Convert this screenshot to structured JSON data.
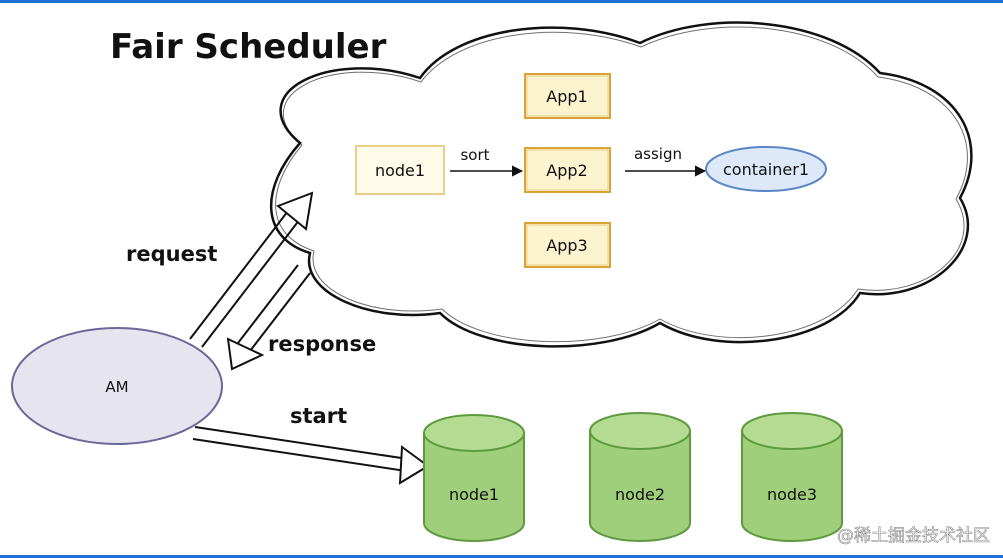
{
  "title": "Fair Scheduler",
  "scheduler": {
    "node_label": "node1",
    "sort_label": "sort",
    "assign_label": "assign",
    "apps": [
      "App1",
      "App2",
      "App3"
    ],
    "container_label": "container1"
  },
  "am_label": "AM",
  "edges": {
    "request": "request",
    "response": "response",
    "start": "start"
  },
  "nodes": [
    "node1",
    "node2",
    "node3"
  ],
  "watermark": "@稀土掘金技术社区",
  "colors": {
    "app_fill": "#fdf3cf",
    "app_stroke": "#d9a235",
    "node_fill": "#fffbe9",
    "node_stroke": "#e6cf86",
    "container_fill": "#dde9f8",
    "container_stroke": "#5a86c6",
    "am_fill": "#e6e5ef",
    "am_stroke": "#6b6898",
    "cylinder_fill": "#9fcf7a",
    "cylinder_stroke": "#5f9a3f",
    "border": "#1f6fd6"
  }
}
